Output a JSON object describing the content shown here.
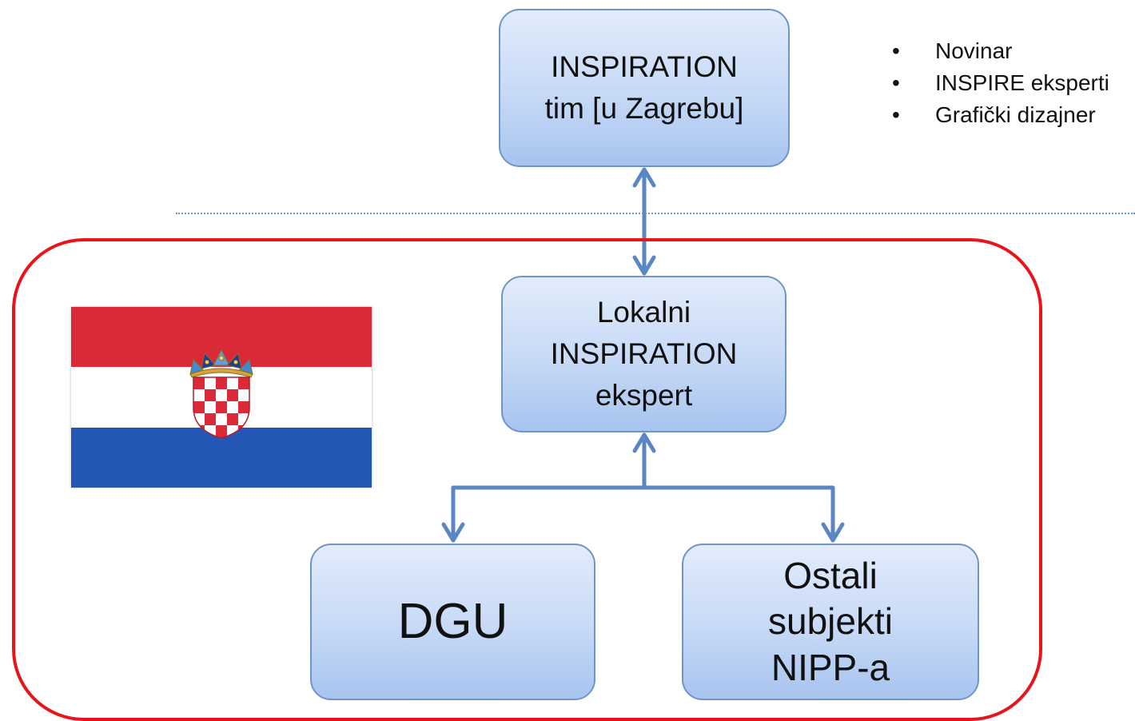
{
  "nodes": {
    "top": {
      "line1": "INSPIRATION",
      "line2": "tim [u Zagrebu]"
    },
    "middle": {
      "line1": "Lokalni",
      "line2": "INSPIRATION",
      "line3": "ekspert"
    },
    "left": {
      "label": "DGU"
    },
    "right": {
      "line1": "Ostali",
      "line2": "subjekti",
      "line3": "NIPP-a"
    }
  },
  "team_members": [
    "Novinar",
    "INSPIRE eksperti",
    "Grafički dizajner"
  ],
  "colors": {
    "node_fill": "#c6d9f6",
    "node_border": "#6f95c7",
    "connector": "#5b86c4",
    "scope_border": "#e8141a",
    "flag_red": "#db2a37",
    "flag_white": "#ffffff",
    "flag_blue": "#2456b5"
  },
  "icons": {
    "flag": "croatian-flag",
    "bullet": "bullet-dot-icon"
  }
}
